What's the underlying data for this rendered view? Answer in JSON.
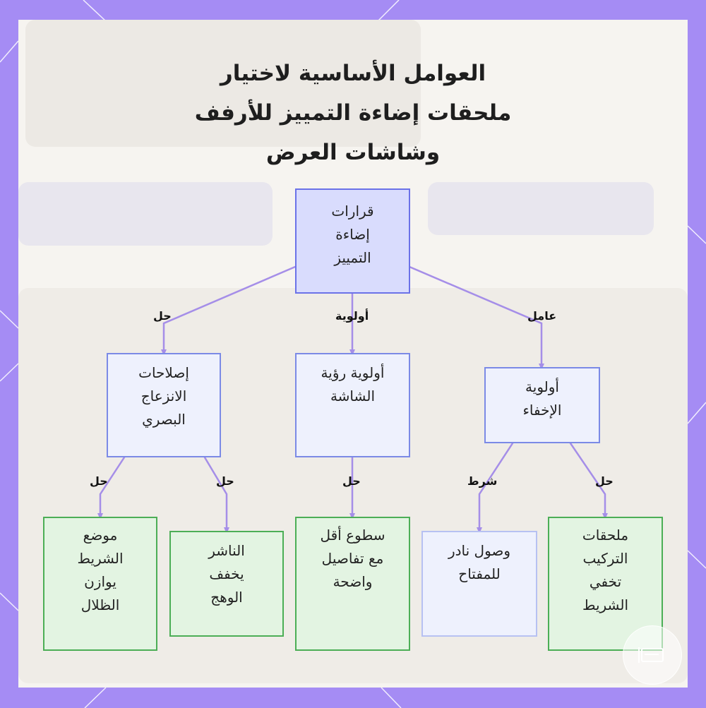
{
  "title": {
    "line1": "العوامل الأساسية لاختيار",
    "line2": "ملحقات إضاءة التمييز للأرفف",
    "line3": "وشاشات العرض"
  },
  "nodes": {
    "root": "قرارات\nإضاءة\nالتمييز",
    "glare_fixes": "إصلاحات\nالانزعاج\nالبصري",
    "screen_priority": "أولوية رؤية\nالشاشة",
    "concealment_priority": "أولوية\nالإخفاء",
    "strip_position": "موضع\nالشريط\nيوازن\nالظلال",
    "diffuser": "الناشر\nيخفف\nالوهج",
    "fewer_surfaces": "سطوع أقل\nمع تفاصيل\nواضحة",
    "rare_switch_access": "وصول نادر\nللمفتاح",
    "mount_accessories": "ملحقات\nالتركيب\nتخفي\nالشريط"
  },
  "edge_labels": {
    "root_to_glare": "حل",
    "root_to_screen": "أولوية",
    "root_to_conceal": "عامل",
    "glare_to_position": "حل",
    "glare_to_diffuser": "حل",
    "screen_to_fewer": "حل",
    "conceal_to_access": "شرط",
    "conceal_to_mount": "حل"
  },
  "colors": {
    "frame": "#a58cf4",
    "card": "#f6f4f0",
    "edge": "#a58ee8",
    "root_fill": "#d9dcfd",
    "root_border": "#6b72e8",
    "mid_fill": "#eef1fd",
    "mid_border": "#7b8ae6",
    "leaf_fill": "#e3f4e2",
    "leaf_border": "#4cae56"
  }
}
